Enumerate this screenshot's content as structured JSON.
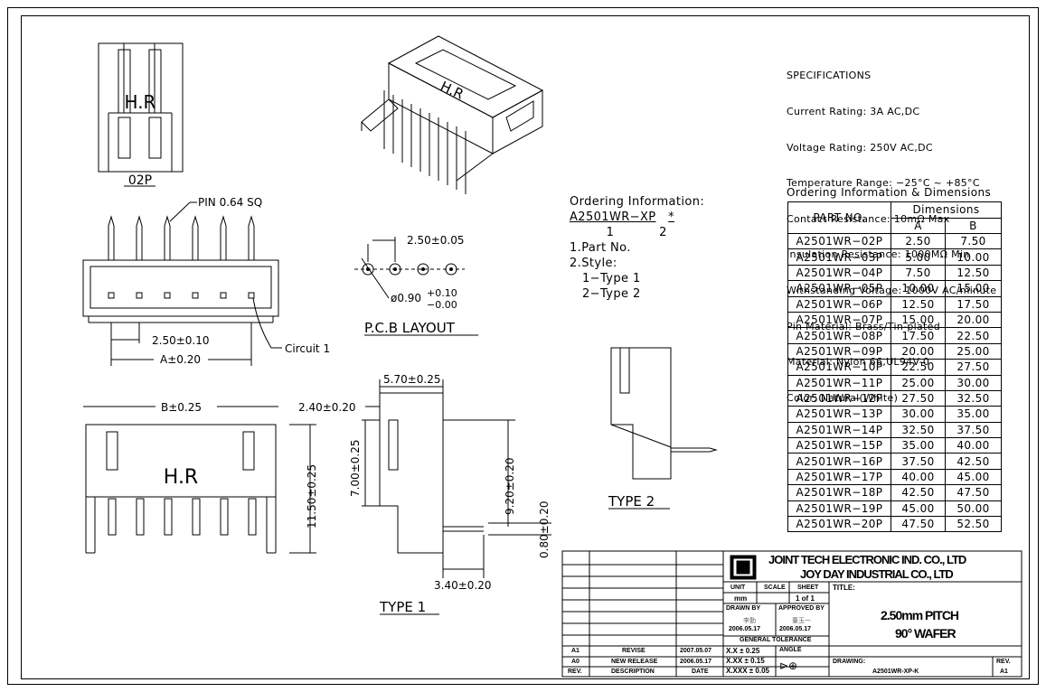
{
  "specifications": {
    "title": "SPECIFICATIONS",
    "lines": [
      "Current Rating: 3A AC,DC",
      "Voltage Rating: 250V AC,DC",
      "Temperature Range: −25°C ~ +85°C",
      "Contact Resistance: 10mΩ Max",
      "Insulation Resistance: 1000MΩ Min",
      "Withstanding Voltage: 1000V AC/minute",
      "Pin Material: Brass/Tin-plated",
      "Material: Nylon 66,UL94V-0",
      "Color: Natural(White)"
    ]
  },
  "ordering": {
    "title": "Ordering Information:",
    "part": "A2501WR−XP",
    "star": "*",
    "num1": "1",
    "num2": "2",
    "item1": "1.Part No.",
    "item2": "2.Style:",
    "style1": "1−Type 1",
    "style2": "2−Type 2"
  },
  "dimensions": {
    "title": "Ordering Information & Dimensions",
    "col_part": "PART NO.",
    "col_group": "Dimensions",
    "col_a": "A",
    "col_b": "B",
    "rows": [
      [
        "A2501WR−02P",
        "2.50",
        "7.50"
      ],
      [
        "A2501WR−03P",
        "5.00",
        "10.00"
      ],
      [
        "A2501WR−04P",
        "7.50",
        "12.50"
      ],
      [
        "A2501WR−05P",
        "10.00",
        "15.00"
      ],
      [
        "A2501WR−06P",
        "12.50",
        "17.50"
      ],
      [
        "A2501WR−07P",
        "15.00",
        "20.00"
      ],
      [
        "A2501WR−08P",
        "17.50",
        "22.50"
      ],
      [
        "A2501WR−09P",
        "20.00",
        "25.00"
      ],
      [
        "A2501WR−10P",
        "22.50",
        "27.50"
      ],
      [
        "A2501WR−11P",
        "25.00",
        "30.00"
      ],
      [
        "A2501WR−12P",
        "27.50",
        "32.50"
      ],
      [
        "A2501WR−13P",
        "30.00",
        "35.00"
      ],
      [
        "A2501WR−14P",
        "32.50",
        "37.50"
      ],
      [
        "A2501WR−15P",
        "35.00",
        "40.00"
      ],
      [
        "A2501WR−16P",
        "37.50",
        "42.50"
      ],
      [
        "A2501WR−17P",
        "40.00",
        "45.00"
      ],
      [
        "A2501WR−18P",
        "42.50",
        "47.50"
      ],
      [
        "A2501WR−19P",
        "45.00",
        "50.00"
      ],
      [
        "A2501WR−20P",
        "47.50",
        "52.50"
      ]
    ]
  },
  "drawing": {
    "label_02p": "02P",
    "hr": "H.R",
    "pin": "PIN 0.64 SQ",
    "pitch": "2.50±0.10",
    "a_dim": "A±0.20",
    "circuit": "Circuit 1",
    "pcb_pitch": "2.50±0.05",
    "pcb_hole": "ø0.90",
    "pcb_tol_plus": "+0.10",
    "pcb_tol_minus": "−0.00",
    "pcb_title": "P.C.B LAYOUT",
    "b_dim": "B±0.25",
    "h1150": "11.50±0.25",
    "w570": "5.70±0.25",
    "d240": "2.40±0.20",
    "d700": "7.00±0.25",
    "d920": "9.20±0.20",
    "d080": "0.80±0.20",
    "d340": "3.40±0.20",
    "type1": "TYPE 1",
    "type2": "TYPE 2"
  },
  "title_block": {
    "company1": "JOINT TECH ELECTRONIC IND. CO., LTD",
    "company2": "JOY DAY INDUSTRIAL CO., LTD",
    "unit_label": "UNIT",
    "scale_label": "SCALE",
    "sheet_label": "SHEET",
    "unit": "mm",
    "sheet": "1 of 1",
    "title_label": "TITLE:",
    "title1": "2.50mm PITCH",
    "title2": "90° WAFER",
    "drawn_by": "DRAWN BY",
    "approved_by": "APPROVED BY",
    "drawn_sig": "李勤",
    "approved_sig": "董玉一",
    "drawn_date": "2006.05.17",
    "approved_date": "2006.05.17",
    "general_tol": "GENERAL TOLERANCE",
    "tol1": "X.X ± 0.25",
    "tol2": "X.XX ± 0.15",
    "tol3": "X.XXX ± 0.05",
    "angle_label": "ANGLE",
    "drawing_label": "DRAWING:",
    "drawing_no": "A2501WR-XP-K",
    "rev_label": "REV.",
    "rev_val": "A1",
    "rev_rows": [
      [
        "A1",
        "REVISE",
        "2007.05.07"
      ],
      [
        "A0",
        "NEW RELEASE",
        "2006.05.17"
      ]
    ],
    "hdr_rev": "REV.",
    "hdr_desc": "DESCRIPTION",
    "hdr_date": "DATE"
  }
}
